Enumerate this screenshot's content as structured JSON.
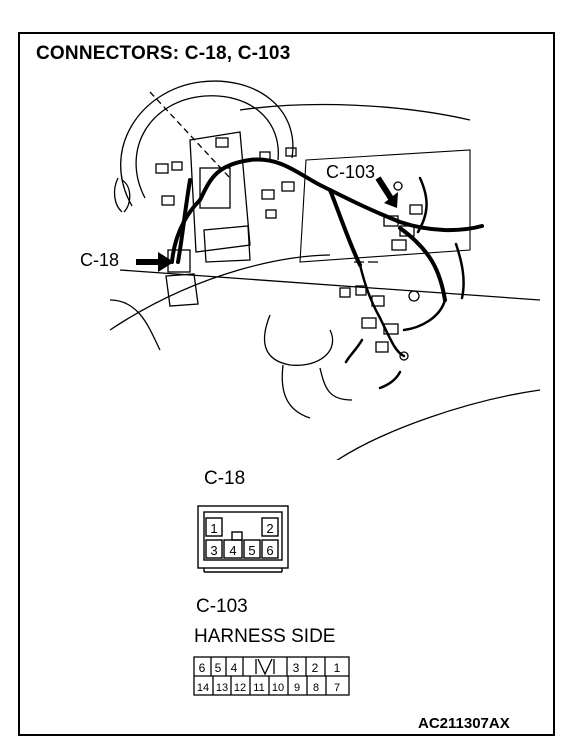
{
  "diagram": {
    "title": "CONNECTORS: C-18, C-103",
    "callouts": {
      "c18": "C-18",
      "c103": "C-103"
    },
    "c18_connector": {
      "label": "C-18",
      "pins": [
        "1",
        "2",
        "3",
        "4",
        "5",
        "6"
      ]
    },
    "c103_connector": {
      "label": "C-103",
      "sublabel": "HARNESS SIDE",
      "top_row": [
        "6",
        "5",
        "4",
        "3",
        "2",
        "1"
      ],
      "bottom_row": [
        "14",
        "13",
        "12",
        "11",
        "10",
        "9",
        "8",
        "7"
      ]
    },
    "figure_code": "AC211307AX"
  }
}
